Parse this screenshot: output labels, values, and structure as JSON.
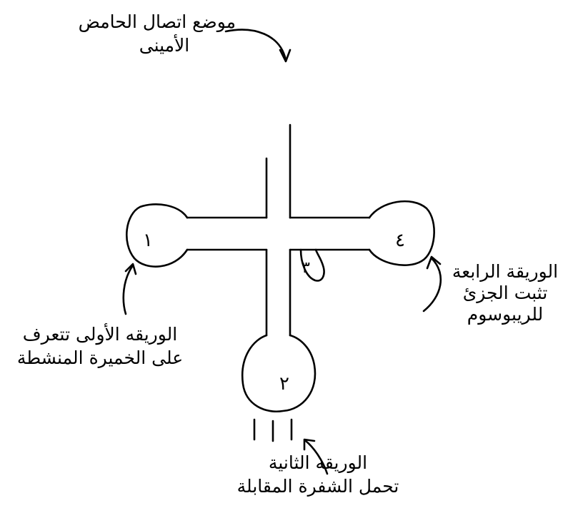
{
  "diagram": {
    "ink_color": "#000000",
    "background": "#ffffff",
    "loop_numbers": {
      "loop1": "١",
      "loop2": "٢",
      "loop3": "٣",
      "loop4": "٤"
    },
    "labels": {
      "amino_acid_site": {
        "line1": "موضع اتصال الحامض",
        "line2": "الأمينى"
      },
      "first_leaflet": {
        "line1": "الوريقه الأولى تتعرف",
        "line2": "على الخميرة المنشطة"
      },
      "fourth_leaflet": {
        "line1": "الوريقة الرابعة",
        "line2": "تثبت الجزئ",
        "line3": "للريبوسوم"
      },
      "second_leaflet": {
        "line1": "الوريقه الثانية",
        "line2": "تحمل الشفرة المقابلة"
      }
    }
  }
}
